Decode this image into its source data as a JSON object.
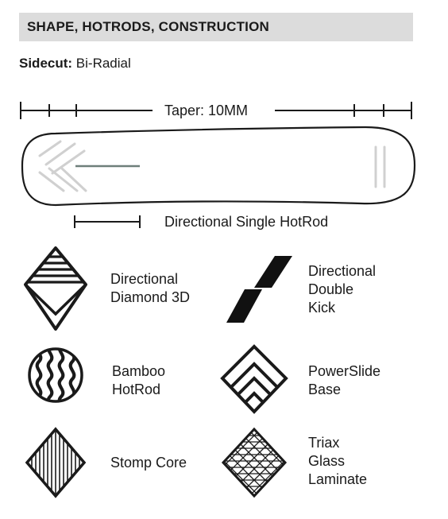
{
  "section": {
    "title": "SHAPE, HOTRODS, CONSTRUCTION"
  },
  "sidecut": {
    "label": "Sidecut:",
    "value": "Bi-Radial"
  },
  "taper": {
    "label": "Taper: 10MM"
  },
  "hotrod": {
    "label": "Directional Single HotRod"
  },
  "features": [
    {
      "line1": "Directional",
      "line2": "Diamond 3D",
      "line3": "",
      "icon": "directional-diamond-3d-icon"
    },
    {
      "line1": "Directional",
      "line2": "Double",
      "line3": "Kick",
      "icon": "directional-double-kick-icon"
    },
    {
      "line1": "Bamboo",
      "line2": "HotRod",
      "line3": "",
      "icon": "bamboo-hotrod-icon"
    },
    {
      "line1": "PowerSlide",
      "line2": "Base",
      "line3": "",
      "icon": "powerslide-base-icon"
    },
    {
      "line1": "Stomp Core",
      "line2": "",
      "line3": "",
      "icon": "stomp-core-icon"
    },
    {
      "line1": "Triax",
      "line2": "Glass",
      "line3": "Laminate",
      "icon": "triax-glass-laminate-icon"
    }
  ]
}
